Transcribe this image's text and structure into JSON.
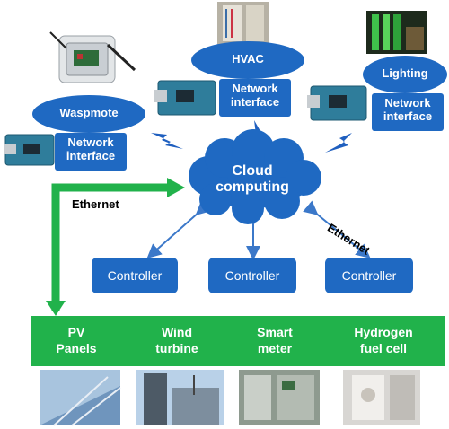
{
  "devices": {
    "waspmote": {
      "name": "Waspmote",
      "interface": "Network\ninterface"
    },
    "hvac": {
      "name": "HVAC",
      "interface": "Network\ninterface"
    },
    "lighting": {
      "name": "Lighting",
      "interface": "Network\ninterface"
    }
  },
  "cloud": {
    "label": "Cloud\ncomputing"
  },
  "links": {
    "ethernet_left": "Ethernet",
    "ethernet_right": "Ethernet"
  },
  "controllers": [
    "Controller",
    "Controller",
    "Controller"
  ],
  "sources": [
    {
      "label": "PV\nPanels"
    },
    {
      "label": "Wind\nturbine"
    },
    {
      "label": "Smart\nmeter"
    },
    {
      "label": "Hydrogen\nfuel cell"
    }
  ],
  "colors": {
    "blue": "#1f69c2",
    "green": "#21b24b",
    "arrow_blue": "#3b78c9",
    "lightning": "#1f5fbf"
  },
  "icons": [
    "waspmote-device-icon",
    "arduino-board-icon",
    "lightning-icon",
    "cloud-icon"
  ]
}
